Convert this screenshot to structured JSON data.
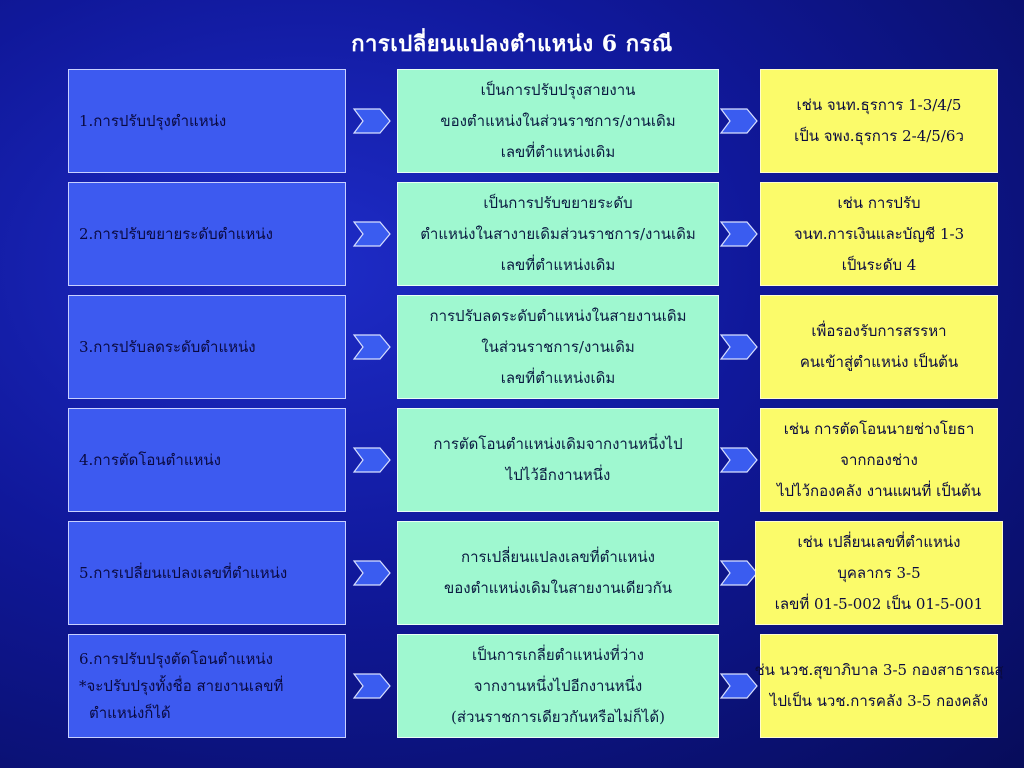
{
  "title": "การเปลี่ยนแปลงตำแหน่ง 6 กรณี",
  "rows": [
    {
      "category": [
        "1.การปรับปรุงตำแหน่ง"
      ],
      "description": [
        "เป็นการปรับปรุงสายงาน",
        "ของตำแหน่งในส่วนราชการ/งานเดิม",
        "เลขที่ตำแหน่งเดิม"
      ],
      "example": [
        "เช่น จนท.ธุรการ 1-3/4/5",
        "เป็น จพง.ธุรการ 2-4/5/6ว"
      ]
    },
    {
      "category": [
        "2.การปรับขยายระดับตำแหน่ง"
      ],
      "description": [
        "เป็นการปรับขยายระดับ",
        "ตำแหน่งในสางายเดิมส่วนราชการ/งานเดิม",
        "เลขที่ตำแหน่งเดิม"
      ],
      "example": [
        "เช่น การปรับ",
        "จนท.การเงินและบัญชี 1-3",
        "เป็นระดับ 4"
      ]
    },
    {
      "category": [
        "3.การปรับลดระดับตำแหน่ง"
      ],
      "description": [
        "การปรับลดระดับตำแหน่งในสายงานเดิม",
        "ในส่วนราชการ/งานเดิม",
        "เลขที่ตำแหน่งเดิม"
      ],
      "example": [
        "เพื่อรองรับการสรรหา",
        "คนเข้าสู่ตำแหน่ง เป็นต้น"
      ]
    },
    {
      "category": [
        "4.การตัดโอนตำแหน่ง"
      ],
      "description": [
        "การตัดโอนตำแหน่งเดิมจากงานหนึ่งไป",
        "ไปไว้อีกงานหนึ่ง"
      ],
      "example": [
        "เช่น การตัดโอนนายช่างโยธา",
        "จากกองช่าง",
        "ไปไว้กองคลัง งานแผนที่ เป็นต้น"
      ]
    },
    {
      "category": [
        "5.การเปลี่ยนแปลงเลขที่ตำแหน่ง"
      ],
      "description": [
        "การเปลี่ยนแปลงเลขที่ตำแหน่ง",
        "ของตำแหน่งเดิมในสายงานเดียวกัน"
      ],
      "example": [
        "เช่น เปลี่ยนเลขที่ตำแหน่ง",
        "บุคลากร 3-5",
        "เลขที่ 01-5-002 เป็น 01-5-001"
      ]
    },
    {
      "category": [
        "6.การปรับปรุงตัดโอนตำแหน่ง",
        "*จะปรับปรุงทั้งชื่อ สายงานเลขที่",
        "ตำแหน่งก็ได้"
      ],
      "description": [
        "เป็นการเกลี่ยตำแหน่งที่ว่าง",
        "จากงานหนึ่งไปอีกงานหนึ่ง",
        "(ส่วนราชการเดียวกันหรือไม่ก็ได้)"
      ],
      "example": [
        "ช่น นวช.สุขาภิบาล 3-5 กองสาธารณสุ",
        "ไปเป็น นวช.การคลัง 3-5 กองคลัง"
      ]
    }
  ]
}
